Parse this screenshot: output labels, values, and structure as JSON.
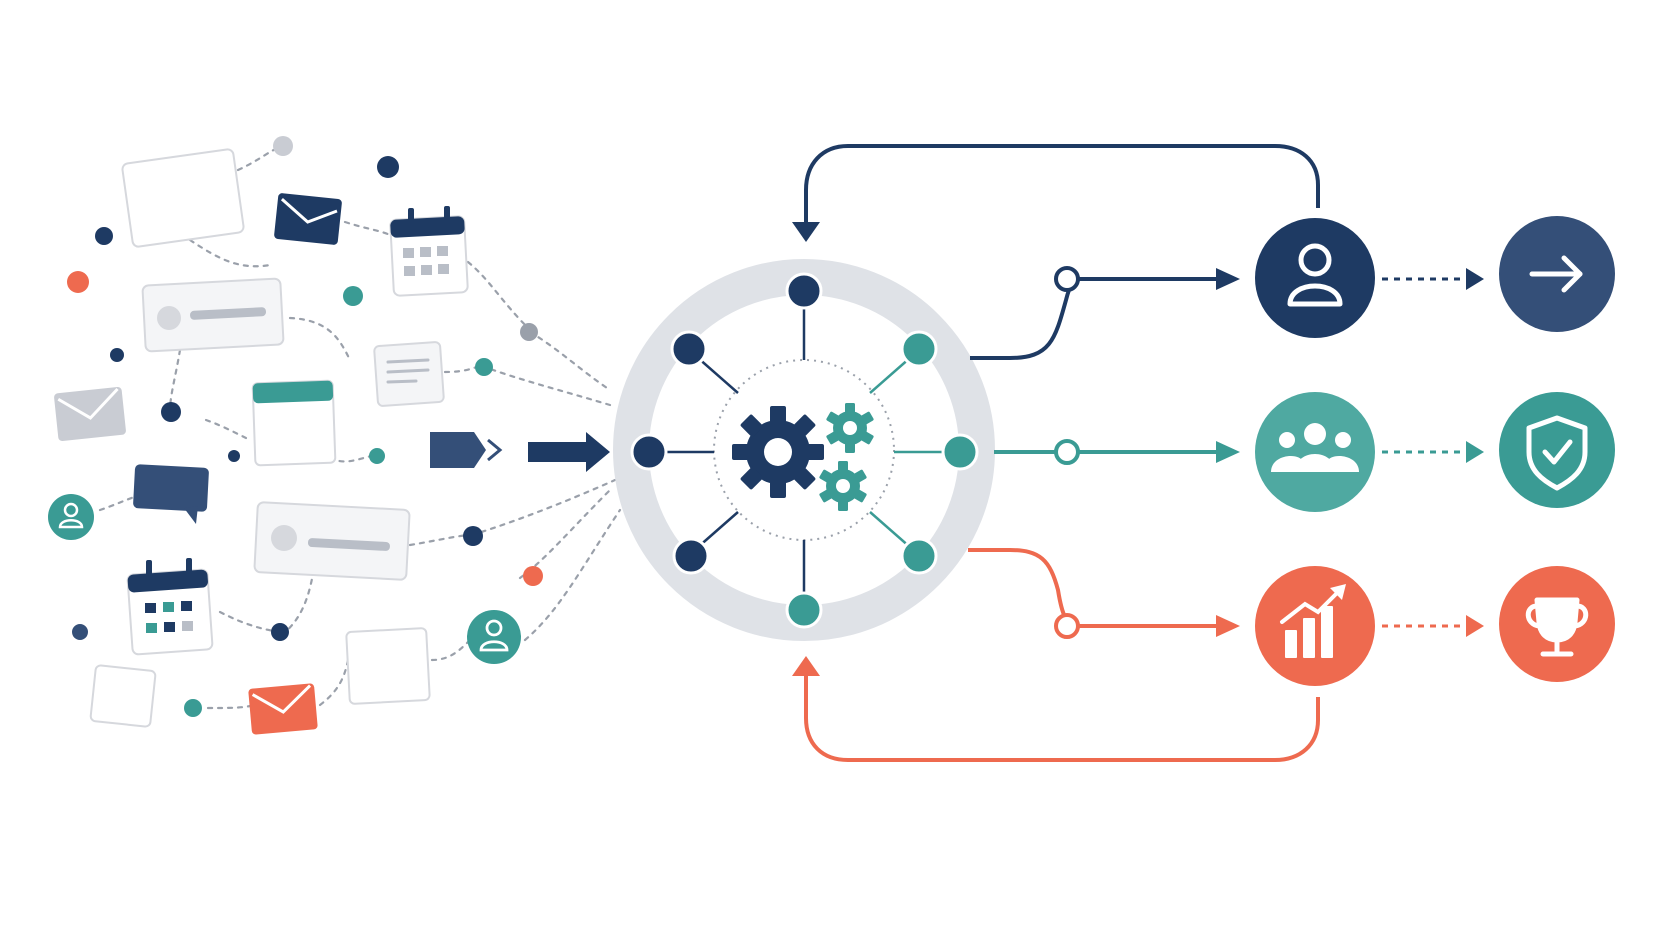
{
  "diagram": {
    "type": "process-flow",
    "colors": {
      "navy": "#1e3a63",
      "teal": "#3a9b94",
      "coral": "#ee6a4f",
      "gray": "#c9ccd3",
      "light_gray": "#dfe2e7",
      "card_border": "#d6d8dd",
      "dot_gray": "#9aa0aa"
    },
    "inputs": {
      "description_icons": [
        "card-icon",
        "envelope-icon",
        "calendar-icon",
        "message-bubble-icon",
        "form-field-icon",
        "user-icon",
        "document-icon"
      ]
    },
    "hub": {
      "center_icon": "gears-icon",
      "node_count": 8
    },
    "outcomes": [
      {
        "id": "individual",
        "color_key": "navy",
        "source_icon": "user-icon",
        "result_icon": "arrow-right-icon"
      },
      {
        "id": "team",
        "color_key": "teal",
        "source_icon": "group-icon",
        "result_icon": "shield-check-icon"
      },
      {
        "id": "growth",
        "color_key": "coral",
        "source_icon": "bar-chart-icon",
        "result_icon": "trophy-icon"
      }
    ],
    "feedback_loops": [
      {
        "from": "individual",
        "color_key": "navy",
        "direction": "top"
      },
      {
        "from": "growth",
        "color_key": "coral",
        "direction": "bottom"
      }
    ]
  }
}
